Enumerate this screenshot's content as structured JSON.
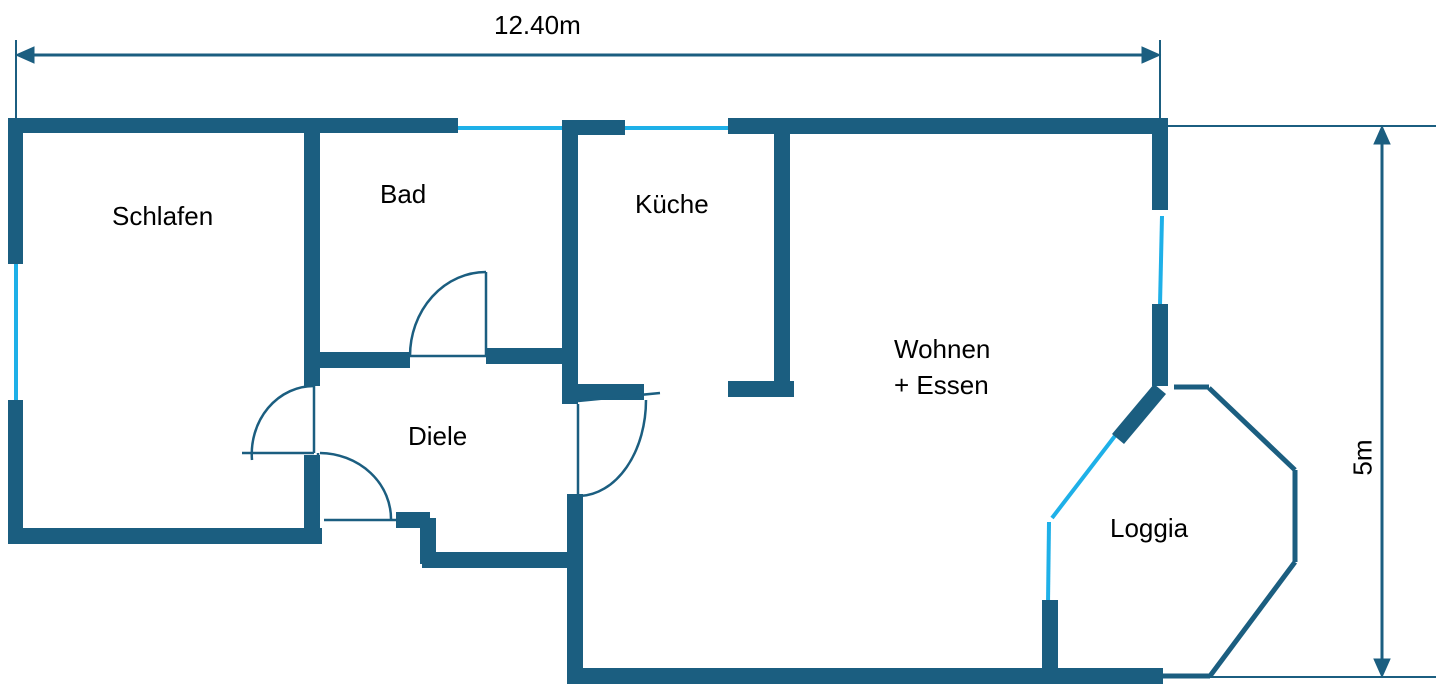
{
  "colors": {
    "wall": "#1b5e80",
    "window": "#1eb0e8",
    "door": "#1b5e80",
    "dimension": "#1b5e80",
    "text": "#000000",
    "background": "#ffffff"
  },
  "dimensions": {
    "width_label": "12.40m",
    "height_label": "5m"
  },
  "rooms": {
    "schlafen": "Schlafen",
    "bad": "Bad",
    "kueche": "Küche",
    "wohnen_line1": "Wohnen",
    "wohnen_line2": "+ Essen",
    "diele": "Diele",
    "loggia": "Loggia"
  }
}
